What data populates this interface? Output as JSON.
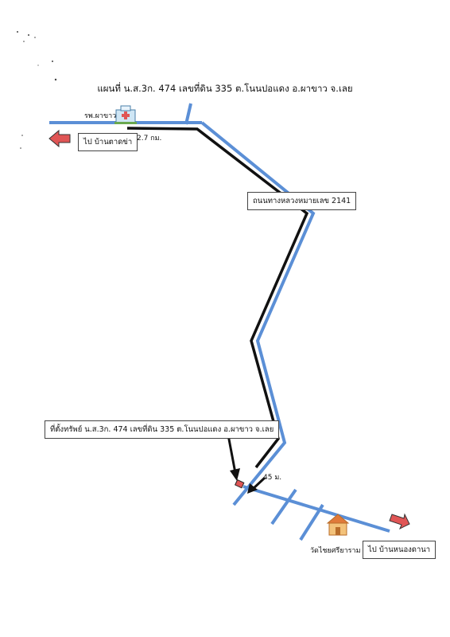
{
  "map": {
    "title": "แผนที่ น.ส.3ก. 474 เลขที่ดิน 335 ต.โนนปอแดง อ.ผาขาว จ.เลย",
    "hospital_label": "รพ.ผาขาว",
    "distance_label": "2.7 กม.",
    "left_direction": "ไป บ้านตาดข่า",
    "highway_label": "ถนนทางหลวงหมายเลข 2141",
    "property_label": "ที่ตั้งทรัพย์ น.ส.3ก. 474 เลขที่ดิน 335 ต.โนนปอแดง อ.ผาขาว จ.เลย",
    "side_distance": "45 ม.",
    "temple_label": "วัดไชยศรียาราม",
    "right_direction": "ไป บ้านหนองดานา",
    "colors": {
      "road": "#5b8fd6",
      "route": "#111111",
      "arrow": "#e05555",
      "hospital": "#7ab8e0",
      "temple": "#e0a060"
    }
  }
}
